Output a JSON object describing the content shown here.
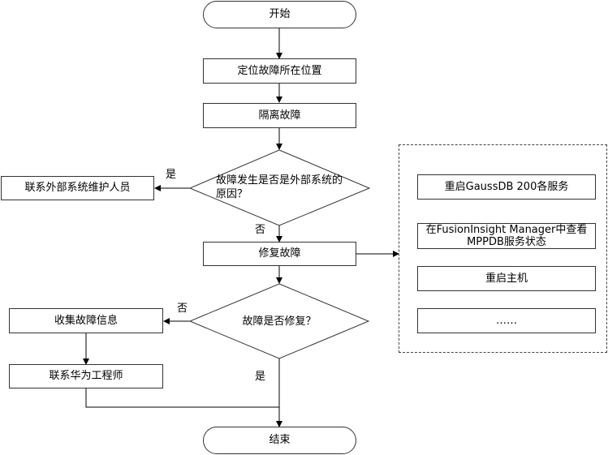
{
  "nodes": {
    "start": "开始",
    "locate": "定位故障所在位置",
    "isolate": "隔离故障",
    "decision_external_line1": "故障发生是否是外部系统的",
    "decision_external_line2": "原因？",
    "contact_external": "联系外部系统维护人员",
    "repair": "修复故障",
    "decision_repaired": "故障是否修复？",
    "collect": "收集故障信息",
    "contact_huawei": "联系华为工程师",
    "end": "结束"
  },
  "labels": {
    "yes_external": "是",
    "no_external": "否",
    "no_repaired": "否",
    "yes_repaired": "是"
  },
  "repair_steps": {
    "restart_services": "重启GaussDB 200各服务",
    "check_status_line1": "在FusionInsight Manager中查看",
    "check_status_line2": "MPPDB服务状态",
    "restart_host": "重启主机",
    "more": "……"
  }
}
